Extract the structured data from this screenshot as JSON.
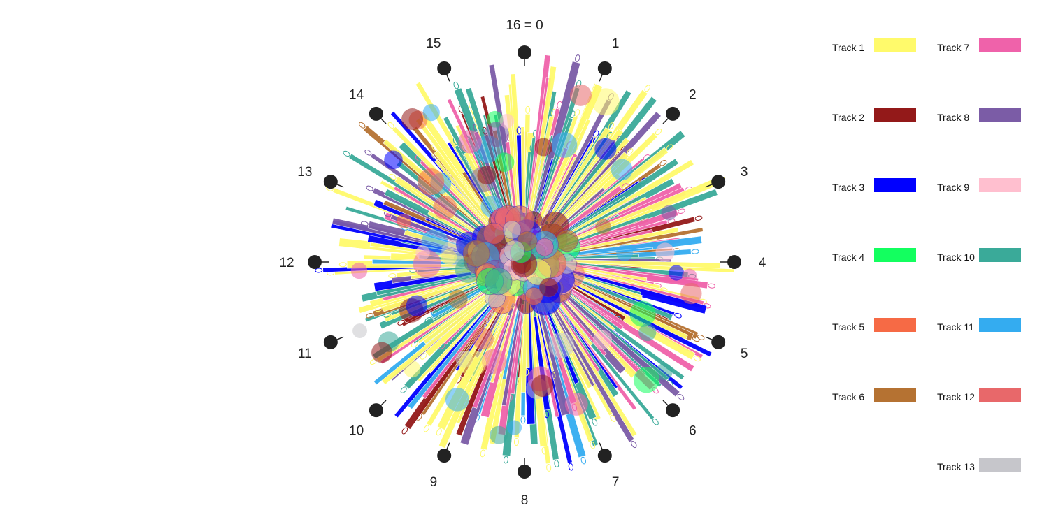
{
  "chart_data": {
    "type": "radial",
    "dial": {
      "labels": [
        "16 = 0",
        "1",
        "2",
        "3",
        "4",
        "5",
        "6",
        "7",
        "8",
        "9",
        "10",
        "11",
        "12",
        "13",
        "14",
        "15"
      ]
    },
    "legend": [
      {
        "name": "Track 1",
        "color": "#fffa6b"
      },
      {
        "name": "Track 2",
        "color": "#931919"
      },
      {
        "name": "Track 3",
        "color": "#0000ff"
      },
      {
        "name": "Track 4",
        "color": "#13ff5f"
      },
      {
        "name": "Track 5",
        "color": "#f66a45"
      },
      {
        "name": "Track 6",
        "color": "#b57232"
      },
      {
        "name": "Track 7",
        "color": "#ef62aa"
      },
      {
        "name": "Track 8",
        "color": "#7b5ca6"
      },
      {
        "name": "Track 9",
        "color": "#ffbfcf"
      },
      {
        "name": "Track 10",
        "color": "#3aaa99"
      },
      {
        "name": "Track 11",
        "color": "#34acf0"
      },
      {
        "name": "Track 12",
        "color": "#e8686a"
      },
      {
        "name": "Track 13",
        "color": "#c6c6cb"
      }
    ]
  }
}
